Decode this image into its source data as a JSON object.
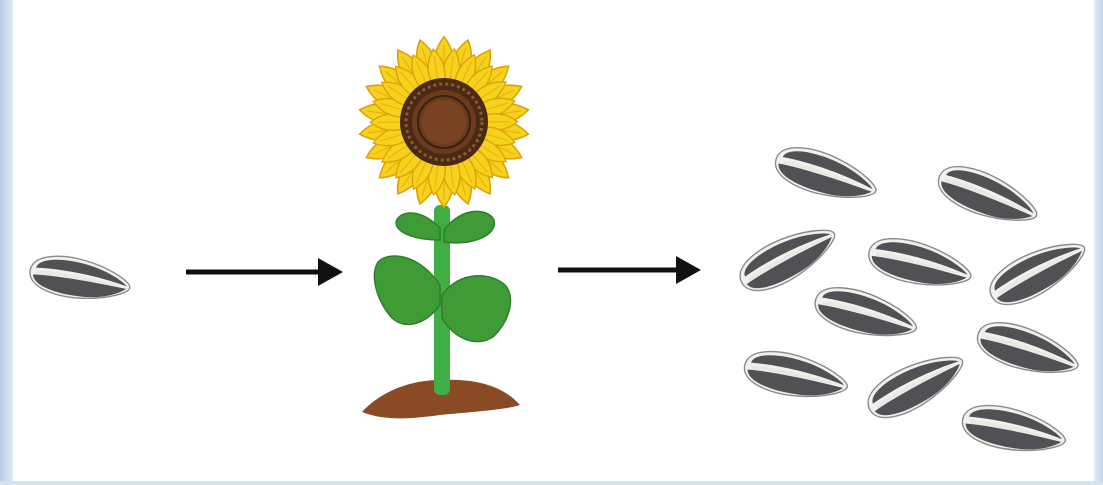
{
  "diagram": {
    "stages": [
      {
        "id": "seed",
        "icon": "sunflower-seed-icon"
      },
      {
        "id": "plant",
        "icon": "sunflower-plant-icon"
      },
      {
        "id": "seeds",
        "icon": "sunflower-seeds-pile-icon"
      }
    ],
    "arrows": [
      "seed-to-plant",
      "plant-to-seeds"
    ],
    "harvested_seed_count": 10,
    "colors": {
      "seed_shell": "#55555a",
      "seed_stripe": "#e6e6e2",
      "petal": "#f6d21c",
      "petal_edge": "#e0a90c",
      "flower_center": "#6b3b1e",
      "stem": "#3fae45",
      "leaf": "#3f9b36",
      "soil": "#8a4a24",
      "arrow": "#111111",
      "frame": "#c9d9ea"
    }
  }
}
